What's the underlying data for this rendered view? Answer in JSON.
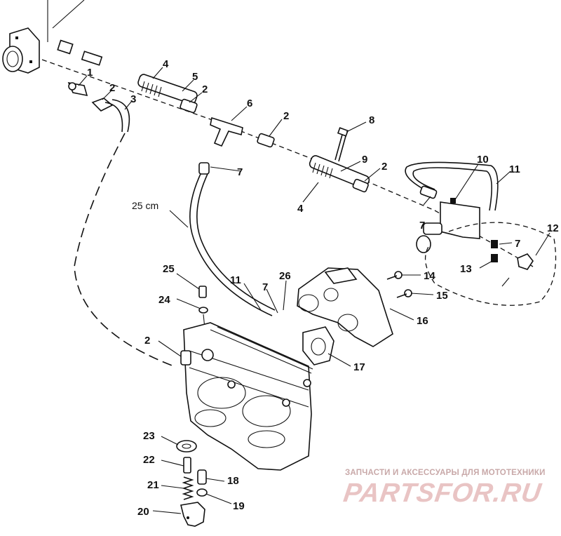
{
  "callouts": {
    "c1": "1",
    "c2a": "2",
    "c3": "3",
    "c4a": "4",
    "c5": "5",
    "c2b": "2",
    "c6": "6",
    "c2c": "2",
    "c8": "8",
    "c9": "9",
    "c2d": "2",
    "c4b": "4",
    "c7a": "7",
    "c10": "10",
    "c11a": "11",
    "c12": "12",
    "c7b": "7",
    "c7c": "7",
    "c13": "13",
    "c25": "25",
    "c11b": "11",
    "c7d": "7",
    "c26": "26",
    "c14": "14",
    "c15": "15",
    "c24": "24",
    "c16": "16",
    "c2e": "2",
    "c17": "17",
    "c23": "23",
    "c22": "22",
    "c18": "18",
    "c21": "21",
    "c19": "19",
    "c20": "20"
  },
  "dimension": "25 cm",
  "watermark": {
    "caption": "ЗАПЧАСТИ И АКСЕССУАРЫ ДЛЯ МОТОТЕХНИКИ",
    "logo": "PARTSFOR.RU",
    "color": "#e9c4c4"
  },
  "colors": {
    "line": "#111111",
    "background": "#ffffff"
  }
}
